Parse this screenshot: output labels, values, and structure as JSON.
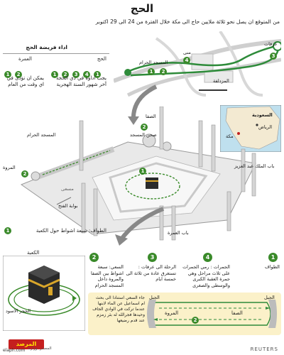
{
  "title": "الحج",
  "intro": "من المتوقع ان يصل نحو ثلاثة ملايين حاج الى مكة خلال الفترة من 24 الى 29 اكتوبر",
  "hajj_rites": {
    "heading": "اداء فريضة الحج",
    "umrah": {
      "label": "العمرة",
      "badges": [
        "1",
        "2"
      ],
      "text": "يمكن ان تؤدى في اي وقت من العام"
    },
    "hajj": {
      "label": "الحج",
      "badges": [
        "1",
        "2",
        "3",
        "4",
        "1"
      ],
      "text": "يجب اداؤه في ذي الحجة آخر شهور السنة الهجرية"
    }
  },
  "route_map": {
    "places": {
      "arafat": "عرفات",
      "mina": "منى",
      "muzdalifah": "المزدلفة",
      "haram": "المسجد الحرام"
    },
    "badges": [
      "1",
      "2",
      "3",
      "4"
    ]
  },
  "inset_map": {
    "saudi": "السعودية",
    "riyadh": "الرياض",
    "makkah": "مكة"
  },
  "mosque": {
    "safa": "الصفا",
    "sahn": "صحن المسجد",
    "haram": "المسجد الحرام",
    "marwah": "المروة",
    "king_abdulaziz_gate": "باب الملك عبد العزيز",
    "fath_gate": "بوابة الفتح",
    "umrah_gate": "باب العمرة",
    "masaa": "مسعى",
    "badges": [
      "1",
      "2",
      "2"
    ]
  },
  "tawaf_note": {
    "badge": "1",
    "text": "الطواف: سبعة اشواط حول الكعبة"
  },
  "kaaba": {
    "label": "الكعبة",
    "black_stone": "الحجر الاسود"
  },
  "steps": [
    {
      "badge": "1",
      "text": "الطواف"
    },
    {
      "badge": "4",
      "text": "الجمرات : رمي الجمرات على ثلاث مراحل وهي جمرة العقبة الكبرى والوسطى والصغرى"
    },
    {
      "badge": "3",
      "text": "الرحلة الى عرفات : تستغرق عادة من ثلاثة الى خمسة ايام"
    },
    {
      "badge": "2",
      "text": "السعي: سبعة اشواط بين الصفا والمروة داخل المسجد الحرام"
    }
  ],
  "sai_diagram": {
    "mountain_left": "الجبل",
    "mountain_right": "الجبل",
    "marwah": "المروة",
    "safa": "الصفا",
    "badge": "2",
    "story": "جاء السعي استنادا الى بحث ام اسماعيل عن الماء لابنها عندما تركت في الوادي الجاف وحيدها فجرالله له بئر زمزم عند قدم رضيعها"
  },
  "source": "المصدر: وزارة",
  "agency": "REUTERS",
  "logo_text": "المرصد",
  "site": "elaph.com",
  "colors": {
    "green": "#3a8a2a",
    "route": "#2e8b3a",
    "road": "#c9c9c9",
    "stone": "#e4e4e4",
    "kaaba": "#2a2a2a",
    "gold": "#d9a62a",
    "sea": "#bfe0ee",
    "land": "#f3ead2"
  }
}
